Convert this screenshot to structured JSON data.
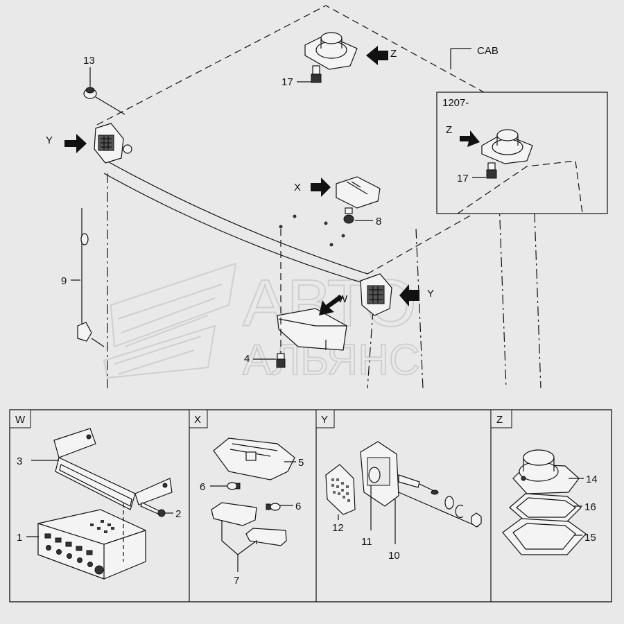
{
  "labels": {
    "cab": "CAB",
    "inset_ref": "1207-",
    "view_w": "W",
    "view_x": "X",
    "view_y": "Y",
    "view_z": "Z",
    "p1": "1",
    "p2": "2",
    "p3": "3",
    "p4": "4",
    "p5": "5",
    "p6": "6",
    "p7": "7",
    "p8": "8",
    "p9": "9",
    "p10": "10",
    "p11": "11",
    "p12": "12",
    "p13": "13",
    "p14": "14",
    "p15": "15",
    "p16": "16",
    "p17": "17"
  },
  "panels": {
    "w": "W",
    "x": "X",
    "y": "Y",
    "z": "Z"
  },
  "watermark": {
    "line1": "АВТО",
    "line2": "АЛЬЯНС"
  },
  "colors": {
    "background": "#e9e9e9",
    "ink": "#111111",
    "watermark": "#cfcfcf"
  }
}
